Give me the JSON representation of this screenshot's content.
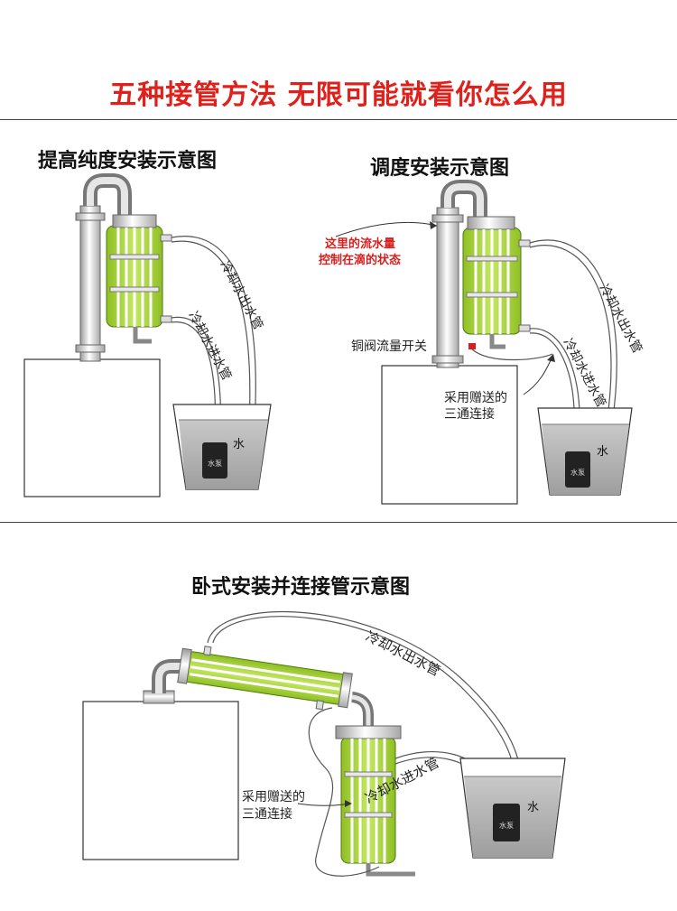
{
  "header": {
    "title": "五种接管方法 无限可能就看你怎么用"
  },
  "panels": [
    {
      "title": "提高纯度安装示意图",
      "labels": {
        "outlet_pipe": "冷却水出水管",
        "inlet_pipe": "冷却水进水管",
        "water": "水",
        "pump": "水泵"
      }
    },
    {
      "title": "调度安装示意图",
      "labels": {
        "flow_control_line1": "这里的流水量",
        "flow_control_line2": "控制在滴的状态",
        "valve": "铜阀流量开关",
        "tee_line1": "采用赠送的",
        "tee_line2": "三通连接",
        "outlet_pipe": "冷却水出水管",
        "inlet_pipe": "冷却水进水管",
        "water": "水",
        "pump": "水泵"
      }
    },
    {
      "title": "卧式安装并连接管示意图",
      "labels": {
        "outlet_pipe": "冷却水出水管",
        "inlet_pipe": "冷却水进水管",
        "tee_line1": "采用赠送的",
        "tee_line2": "三通连接",
        "water": "水",
        "pump": "水泵"
      }
    }
  ],
  "colors": {
    "title_red": "#e0201a",
    "annotation_red": "#d81e1e",
    "condenser_green": "#a6d23a",
    "condenser_dark": "#5f8f12",
    "water_grey": "#bdbdbd",
    "pump_black": "#222222"
  }
}
